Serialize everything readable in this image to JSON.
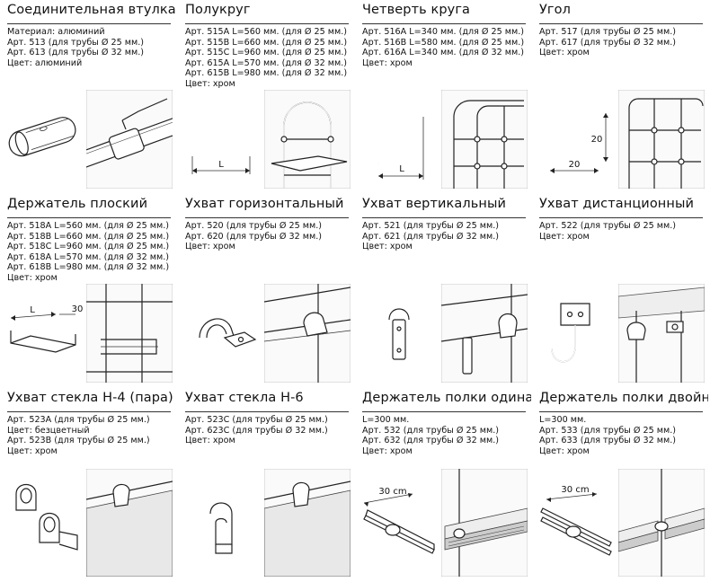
{
  "cells": [
    {
      "title": "Соединительная втулка",
      "lines": [
        "Материал: алюминий",
        "Арт. 513 (для трубы Ø 25 мм.)",
        "Арт. 613 (для трубы Ø 32 мм.)",
        "Цвет: алюминий"
      ]
    },
    {
      "title": "Полукруг",
      "lines": [
        "Арт. 515A L=560 мм. (для Ø 25 мм.)",
        "Арт. 515B L=660 мм. (для Ø 25 мм.)",
        "Арт. 515C L=960 мм. (для Ø 25 мм.)",
        "Арт. 615A L=570 мм. (для Ø 32 мм.)",
        "Арт. 615B L=980 мм. (для Ø 32 мм.)",
        "Цвет: хром"
      ],
      "dim": "L"
    },
    {
      "title": "Четверть круга",
      "lines": [
        "Арт. 516A L=340 мм. (для Ø 25 мм.)",
        "Арт. 516B L=580 мм. (для Ø 25 мм.)",
        "Арт. 616A L=340 мм. (для Ø 32 мм.)",
        "Цвет: хром"
      ],
      "dim": "L"
    },
    {
      "title": "Угол",
      "lines": [
        "Арт. 517 (для трубы Ø 25 мм.)",
        "Арт. 617 (для трубы Ø 32 мм.)",
        "Цвет: хром"
      ],
      "dim_h": "20",
      "dim_v": "20"
    },
    {
      "title": "Держатель плоский",
      "lines": [
        "Арт. 518A L=560 мм. (для Ø 25 мм.)",
        "Арт. 518B L=660 мм. (для Ø 25 мм.)",
        "Арт. 518C L=960 мм. (для Ø 25 мм.)",
        "Арт. 618A L=570 мм. (для Ø 32 мм.)",
        "Арт. 618B L=980 мм. (для Ø 32 мм.)",
        "Цвет: хром"
      ],
      "dim": "L",
      "dim2": "30"
    },
    {
      "title": "Ухват горизонтальный",
      "lines": [
        "Арт. 520 (для трубы Ø 25 мм.)",
        "Арт. 620 (для трубы Ø 32 мм.)",
        "Цвет: хром"
      ]
    },
    {
      "title": "Ухват вертикальный",
      "lines": [
        "Арт. 521 (для трубы Ø 25 мм.)",
        "Арт. 621 (для трубы Ø 32 мм.)",
        "Цвет: хром"
      ]
    },
    {
      "title": "Ухват дистанционный",
      "lines": [
        "Арт. 522 (для трубы Ø 25 мм.)",
        "Цвет: хром"
      ]
    },
    {
      "title": "Ухват стекла Н-4 (пара)",
      "lines": [
        "Арт. 523A (для трубы Ø 25 мм.)",
        "Цвет: безцветный",
        "Арт. 523B (для трубы Ø 25 мм.)",
        "Цвет: хром"
      ]
    },
    {
      "title": "Ухват стекла Н-6",
      "lines": [
        "Арт. 523C (для трубы Ø 25 мм.)",
        "Арт. 623C (для трубы Ø 32 мм.)",
        "Цвет: хром"
      ]
    },
    {
      "title": "Держатель полки одинарный",
      "lines": [
        "L=300 мм.",
        "Арт. 532 (для трубы Ø 25 мм.)",
        "Арт. 632 (для трубы Ø 32 мм.)",
        "Цвет: хром"
      ],
      "dim": "30 cm"
    },
    {
      "title": "Держатель полки двойной",
      "lines": [
        "L=300 мм.",
        "Арт. 533 (для трубы Ø 25 мм.)",
        "Арт. 633 (для трубы Ø 32 мм.)",
        "Цвет: хром"
      ],
      "dim": "30 cm"
    }
  ]
}
